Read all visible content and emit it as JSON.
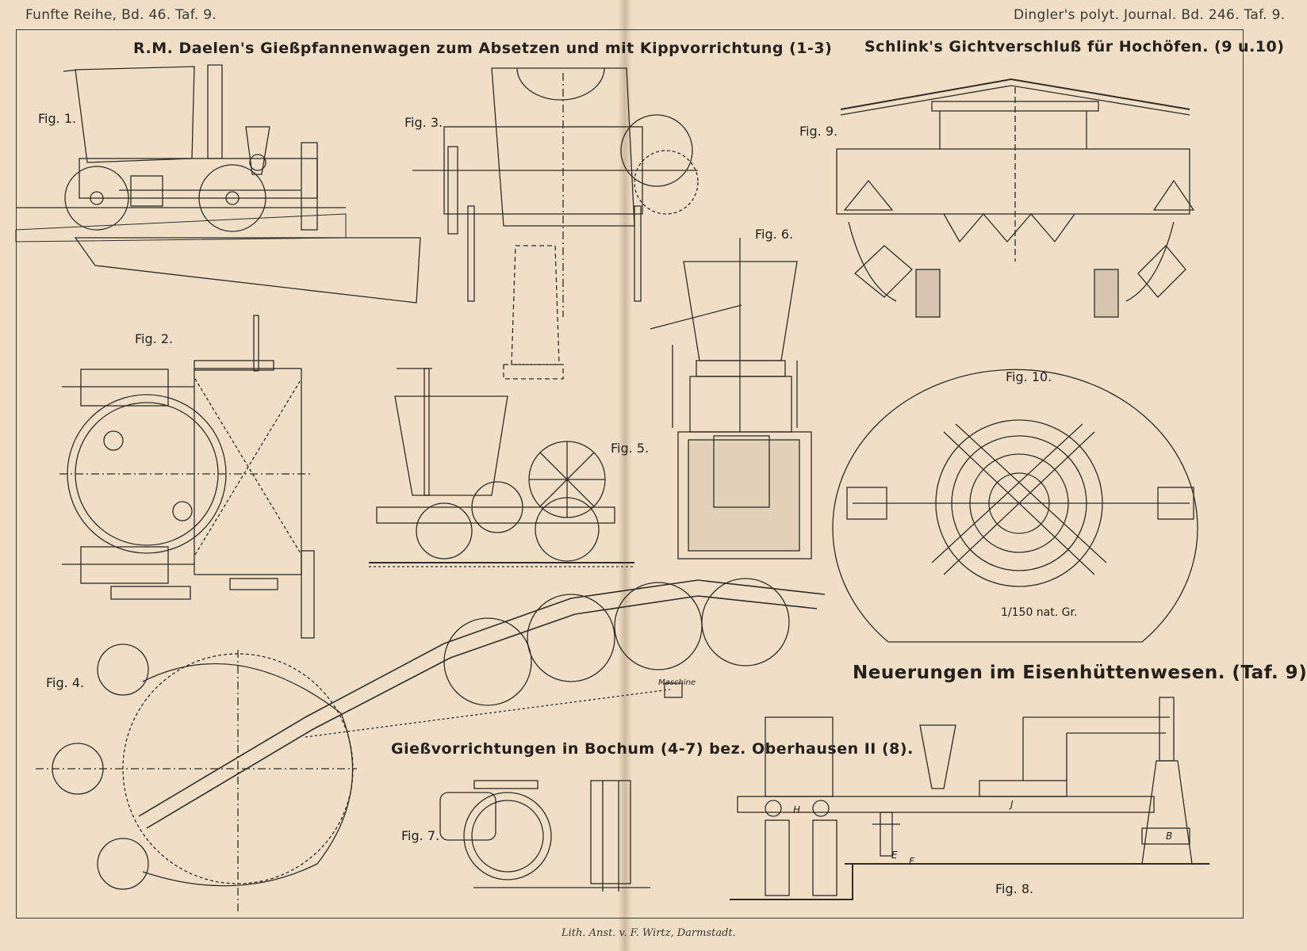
{
  "header": {
    "left": "Funfte Reihe, Bd. 46. Taf. 9.",
    "right": "Dingler's polyt. Journal. Bd. 246. Taf. 9."
  },
  "titles": {
    "daelen": "R.M. Daelen's Gießpfannenwagen zum Absetzen und mit Kippvorrichtung (1-3)",
    "schlink": "Schlink's Gichtverschluß für Hochöfen. (9 u.10)",
    "neuerungen": "Neuerungen im Eisenhüttenwesen. (Taf. 9)",
    "bochum": "Gießvorrichtungen in Bochum (4-7) bez. Oberhausen II (8)."
  },
  "figures": {
    "fig1": "Fig. 1.",
    "fig2": "Fig. 2.",
    "fig3": "Fig. 3.",
    "fig4": "Fig. 4.",
    "fig5": "Fig. 5.",
    "fig6": "Fig. 6.",
    "fig7": "Fig. 7.",
    "fig8": "Fig. 8.",
    "fig9": "Fig. 9.",
    "fig10": "Fig. 10."
  },
  "annotations": {
    "scale": "1/150 nat. Gr.",
    "maschine": "Maschine",
    "H": "H",
    "J": "J",
    "E": "E",
    "F": "F",
    "B": "B"
  },
  "imprint": "Lith. Anst. v. F. Wirtz, Darmstadt."
}
